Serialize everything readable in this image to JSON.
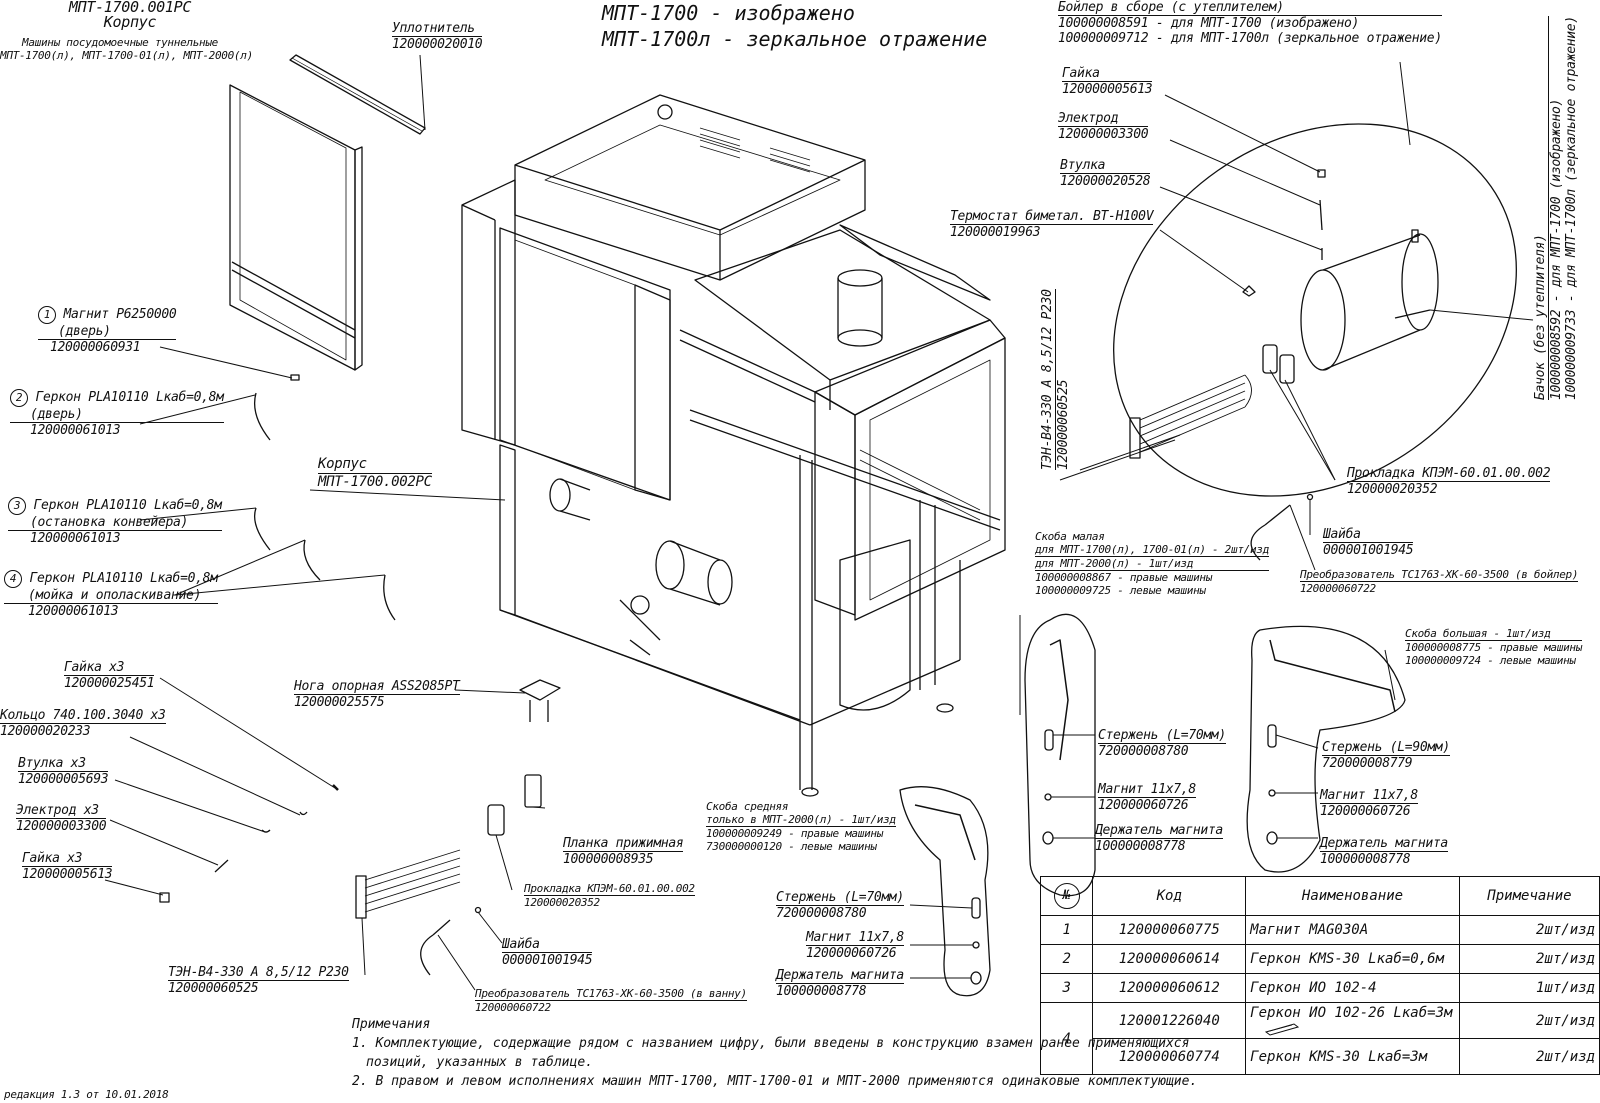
{
  "header": {
    "doc_code": "МПТ-1700.001РС",
    "doc_title": "Корпус",
    "doc_subtitle_1": "Машины посудомоечные туннельные",
    "doc_subtitle_2": "МПТ-1700(л), МПТ-1700-01(л), МПТ-2000(л)",
    "title_1": "МПТ-1700 - изображено",
    "title_2": "МПТ-1700л - зеркальное отражение"
  },
  "callouts": {
    "seal": {
      "name": "Уплотнитель",
      "code": "120000020010"
    },
    "magnet_door": {
      "num": "1",
      "name": "Магнит Р6250000",
      "note": "(дверь)",
      "code": "120000060931"
    },
    "reed_door": {
      "num": "2",
      "name": "Геркон PLA10110 Lкаб=0,8м",
      "note": "(дверь)",
      "code": "120000061013"
    },
    "reed_conveyor": {
      "num": "3",
      "name": "Геркон PLA10110 Lкаб=0,8м",
      "note": "(остановка конвейера)",
      "code": "120000061013"
    },
    "reed_wash": {
      "num": "4",
      "name": "Геркон PLA10110 Lкаб=0,8м",
      "note": "(мойка и ополаскивание)",
      "code": "120000061013"
    },
    "body": {
      "name": "Корпус",
      "code": "МПТ-1700.002РС"
    },
    "nut_x3": {
      "name": "Гайка х3",
      "code": "120000025451"
    },
    "ring_x3": {
      "name": "Кольцо 740.100.3040 х3",
      "code": "120000020233"
    },
    "bush_x3": {
      "name": "Втулка х3",
      "code": "120000005693"
    },
    "electrode_x3": {
      "name": "Электрод х3",
      "code": "120000003300"
    },
    "nut2_x3": {
      "name": "Гайка х3",
      "code": "120000005613"
    },
    "foot": {
      "name": "Нога опорная ASS2085PT",
      "code": "120000025575"
    },
    "heater_tank": {
      "name": "ТЭН-В4-330 А 8,5/12 Р230",
      "code": "120000060525"
    },
    "clamp_plate": {
      "name": "Планка прижимная",
      "code": "100000008935"
    },
    "gasket_tank": {
      "name": "Прокладка КПЭМ-60.01.00.002",
      "code": "120000020352"
    },
    "washer_tank": {
      "name": "Шайба",
      "code": "000001001945"
    },
    "sensor_tank": {
      "name": "Преобразователь ТС1763-ХК-60-3500 (в ванну)",
      "code": "120000060722"
    },
    "bracket_mid": {
      "name": "Скоба средняя",
      "note": "только в МПТ-2000(л) - 1шт/изд",
      "right": "100000009249 - правые машины",
      "left": "730000000120 - левые машины"
    },
    "rod70_mid": {
      "name": "Стержень (L=70мм)",
      "code": "720000008780"
    },
    "magnet_mid": {
      "name": "Магнит 11х7,8",
      "code": "120000060726"
    },
    "holder_mid": {
      "name": "Держатель магнита",
      "code": "100000008778"
    },
    "boiler": {
      "name": "Бойлер в сборе (с утеплителем)",
      "l1": "100000008591 - для МПТ-1700 (изображено)",
      "l2": "100000009712 - для МПТ-1700л (зеркальное отражение)"
    },
    "boiler_nut": {
      "name": "Гайка",
      "code": "120000005613"
    },
    "boiler_electrode": {
      "name": "Электрод",
      "code": "120000003300"
    },
    "boiler_bush": {
      "name": "Втулка",
      "code": "120000020528"
    },
    "thermostat": {
      "name": "Термостат биметал. ВТ-Н100V",
      "code": "120000019963"
    },
    "boiler_heater": {
      "name": "ТЭН-В4-330 А 8,5/12 Р230",
      "code": "120000060525"
    },
    "tank_small": {
      "l1": "Бачок (без утеплителя)",
      "l2": "100000008592 - для МПТ-1700 (изображено)",
      "l3": "100000009733 - для МПТ-1700л (зеркальное отражение)"
    },
    "gasket_boiler": {
      "name": "Прокладка КПЭМ-60.01.00.002",
      "code": "120000020352"
    },
    "washer_boiler": {
      "name": "Шайба",
      "code": "000001001945"
    },
    "sensor_boiler": {
      "name": "Преобразователь ТС1763-ХК-60-3500 (в бойлер)",
      "code": "120000060722"
    },
    "bracket_small": {
      "name": "Скоба малая",
      "l1": "для МПТ-1700(л), 1700-01(л) - 2шт/изд",
      "l2": "для МПТ-2000(л) - 1шт/изд",
      "right": "100000008867 - правые машины",
      "left": "100000009725 - левые машины"
    },
    "rod70": {
      "name": "Стержень (L=70мм)",
      "code": "720000008780"
    },
    "magnet_s": {
      "name": "Магнит 11х7,8",
      "code": "120000060726"
    },
    "holder_s": {
      "name": "Держатель магнита",
      "code": "100000008778"
    },
    "bracket_big": {
      "name": "Скоба большая - 1шт/изд",
      "right": "100000008775 - правые машины",
      "left": "100000009724 - левые машины"
    },
    "rod90": {
      "name": "Стержень (L=90мм)",
      "code": "720000008779"
    },
    "magnet_b": {
      "name": "Магнит 11х7,8",
      "code": "120000060726"
    },
    "holder_b": {
      "name": "Держатель магнита",
      "code": "100000008778"
    }
  },
  "table": {
    "headers": [
      "№",
      "Код",
      "Наименование",
      "Примечание"
    ],
    "rows": [
      {
        "num": "1",
        "code": "120000060775",
        "name": "Магнит MAG030A",
        "note": "2шт/изд"
      },
      {
        "num": "2",
        "code": "120000060614",
        "name": "Геркон KMS-30 Lкаб=0,6м",
        "note": "2шт/изд"
      },
      {
        "num": "3",
        "code": "120000060612",
        "name": "Геркон ИО 102-4",
        "note": "1шт/изд"
      },
      {
        "num": "4",
        "code": "120001226040",
        "name": "Геркон ИО 102-26 Lкаб=3м",
        "note": "2шт/изд"
      },
      {
        "num": "",
        "code": "120000060774",
        "name": "Геркон KMS-30 Lкаб=3м",
        "note": "2шт/изд"
      }
    ]
  },
  "notes": {
    "title": "Примечания",
    "n1a": "1. Комплектующие, содержащие рядом с названием цифру, были введены в конструкцию взамен ранее применяющихся",
    "n1b": "позиций, указанных в таблице.",
    "n2": "2. В правом и левом исполнениях машин МПТ-1700, МПТ-1700-01 и МПТ-2000 применяются одинаковые комплектующие."
  },
  "revision": "редакция 1.3 от 10.01.2018"
}
